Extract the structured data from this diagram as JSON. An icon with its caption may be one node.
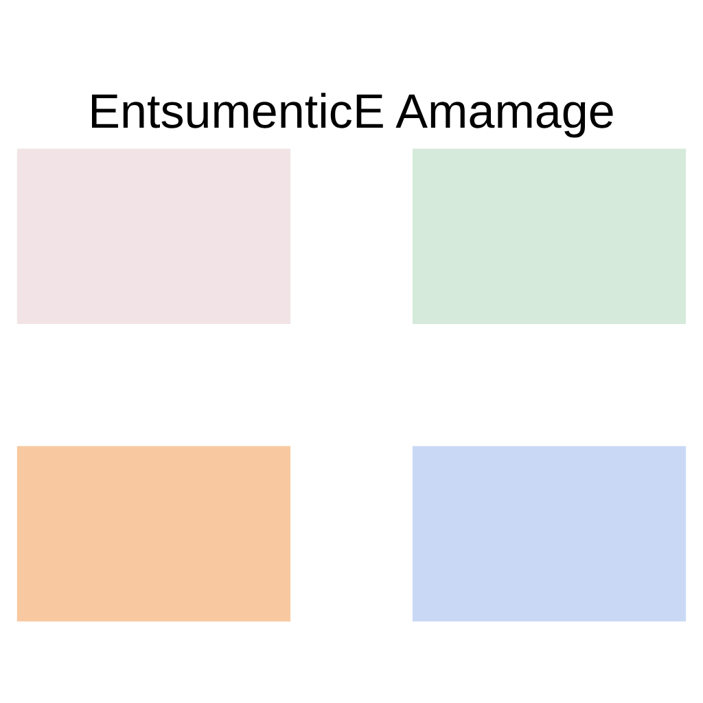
{
  "diagram": {
    "title": "EntsumenticE Amamage",
    "nodes": [
      {
        "text": [],
        "shape": "box"
      },
      {
        "text": [],
        "shape": "box"
      },
      {
        "text": [],
        "shape": "box"
      },
      {
        "text": [],
        "shape": "box"
      }
    ]
  }
}
